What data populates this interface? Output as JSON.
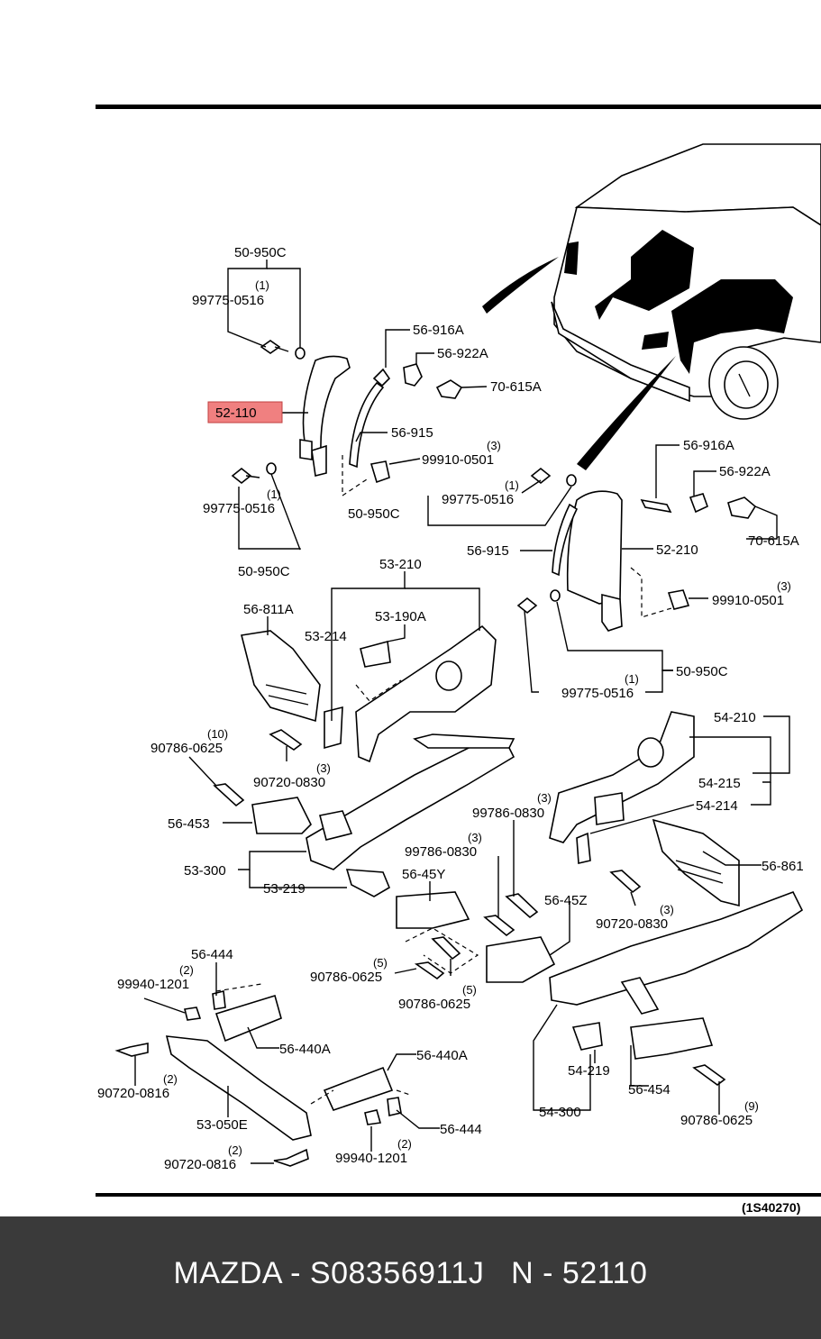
{
  "diagram": {
    "ref_code": "(1S40270)",
    "highlight_color": "#f08080",
    "highlighted_part": "52-110",
    "labels": [
      {
        "id": "l1",
        "text": "50-950C"
      },
      {
        "id": "l2",
        "text": "(1)"
      },
      {
        "id": "l3",
        "text": "99775-0516"
      },
      {
        "id": "l4",
        "text": "52-110"
      },
      {
        "id": "l5",
        "text": "56-916A"
      },
      {
        "id": "l6",
        "text": "56-922A"
      },
      {
        "id": "l7",
        "text": "70-615A"
      },
      {
        "id": "l8",
        "text": "56-915"
      },
      {
        "id": "l9",
        "text": "(3)"
      },
      {
        "id": "l10",
        "text": "99910-0501"
      },
      {
        "id": "l11",
        "text": "(1)"
      },
      {
        "id": "l12",
        "text": "99775-0516"
      },
      {
        "id": "l13",
        "text": "50-950C"
      },
      {
        "id": "l14",
        "text": "(1)"
      },
      {
        "id": "l15",
        "text": "99775-0516"
      },
      {
        "id": "l16",
        "text": "50-950C"
      },
      {
        "id": "l17",
        "text": "56-916A"
      },
      {
        "id": "l18",
        "text": "56-922A"
      },
      {
        "id": "l19",
        "text": "70-615A"
      },
      {
        "id": "l20",
        "text": "56-915"
      },
      {
        "id": "l21",
        "text": "52-210"
      },
      {
        "id": "l22",
        "text": "(3)"
      },
      {
        "id": "l23",
        "text": "99910-0501"
      },
      {
        "id": "l24",
        "text": "50-950C"
      },
      {
        "id": "l25",
        "text": "(1)"
      },
      {
        "id": "l26",
        "text": "99775-0516"
      },
      {
        "id": "l27",
        "text": "53-210"
      },
      {
        "id": "l28",
        "text": "56-811A"
      },
      {
        "id": "l29",
        "text": "53-190A"
      },
      {
        "id": "l30",
        "text": "53-214"
      },
      {
        "id": "l31",
        "text": "(10)"
      },
      {
        "id": "l32",
        "text": "90786-0625"
      },
      {
        "id": "l33",
        "text": "(3)"
      },
      {
        "id": "l34",
        "text": "90720-0830"
      },
      {
        "id": "l35",
        "text": "56-453"
      },
      {
        "id": "l36",
        "text": "53-300"
      },
      {
        "id": "l37",
        "text": "53-219"
      },
      {
        "id": "l38",
        "text": "54-210"
      },
      {
        "id": "l39",
        "text": "54-215"
      },
      {
        "id": "l40",
        "text": "54-214"
      },
      {
        "id": "l41",
        "text": "(3)"
      },
      {
        "id": "l42",
        "text": "99786-0830"
      },
      {
        "id": "l43",
        "text": "(3)"
      },
      {
        "id": "l44",
        "text": "99786-0830"
      },
      {
        "id": "l45",
        "text": "56-45Y"
      },
      {
        "id": "l46",
        "text": "56-45Z"
      },
      {
        "id": "l47",
        "text": "56-861"
      },
      {
        "id": "l48",
        "text": "(3)"
      },
      {
        "id": "l49",
        "text": "90720-0830"
      },
      {
        "id": "l50",
        "text": "(5)"
      },
      {
        "id": "l51",
        "text": "90786-0625"
      },
      {
        "id": "l52",
        "text": "(5)"
      },
      {
        "id": "l53",
        "text": "90786-0625"
      },
      {
        "id": "l54",
        "text": "56-444"
      },
      {
        "id": "l55",
        "text": "(2)"
      },
      {
        "id": "l56",
        "text": "99940-1201"
      },
      {
        "id": "l57",
        "text": "56-440A"
      },
      {
        "id": "l58",
        "text": "(2)"
      },
      {
        "id": "l59",
        "text": "90720-0816"
      },
      {
        "id": "l60",
        "text": "53-050E"
      },
      {
        "id": "l61",
        "text": "(2)"
      },
      {
        "id": "l62",
        "text": "90720-0816"
      },
      {
        "id": "l63",
        "text": "56-440A"
      },
      {
        "id": "l64",
        "text": "56-444"
      },
      {
        "id": "l65",
        "text": "(2)"
      },
      {
        "id": "l66",
        "text": "99940-1201"
      },
      {
        "id": "l67",
        "text": "54-219"
      },
      {
        "id": "l68",
        "text": "54-300"
      },
      {
        "id": "l69",
        "text": "56-454"
      },
      {
        "id": "l70",
        "text": "(9)"
      },
      {
        "id": "l71",
        "text": "90786-0625"
      }
    ]
  },
  "footer": {
    "title": "MAZDA - S08356911J   N - 52110"
  }
}
